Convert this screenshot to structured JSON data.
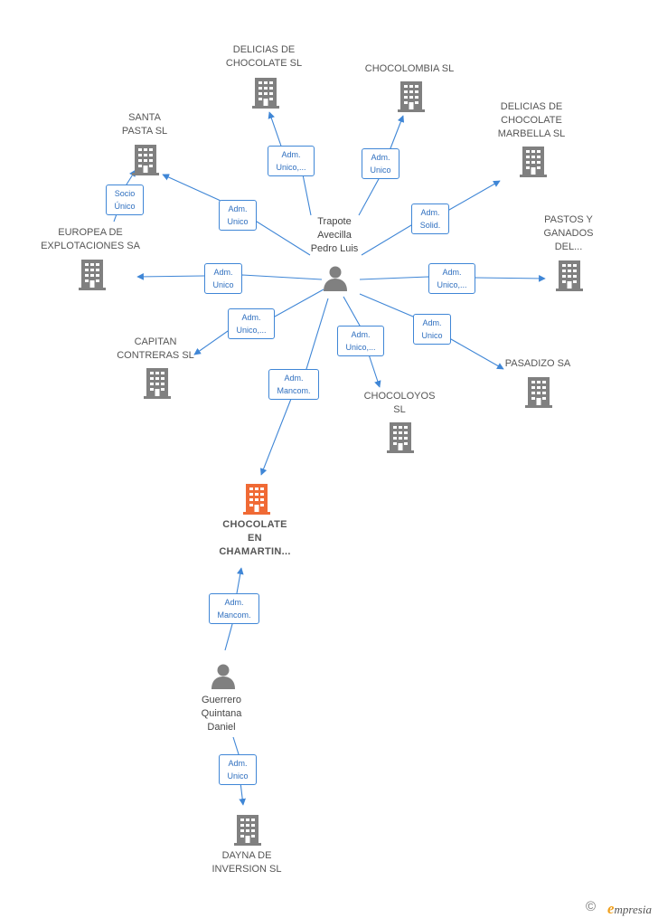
{
  "colors": {
    "edge": "#3f86d6",
    "building": "#808080",
    "building_focus": "#f06a35",
    "person": "#808080",
    "label": "#555555"
  },
  "persons": {
    "trapote": [
      "Trapote",
      "Avecilla",
      "Pedro Luis"
    ],
    "guerrero": [
      "Guerrero",
      "Quintana",
      "Daniel"
    ]
  },
  "companies": {
    "delicias_chocolate": [
      "DELICIAS DE",
      "CHOCOLATE  SL"
    ],
    "chocolombia": [
      "CHOCOLOMBIA SL"
    ],
    "delicias_marbella": [
      "DELICIAS DE",
      "CHOCOLATE",
      "MARBELLA  SL"
    ],
    "santa_pasta": [
      "SANTA",
      "PASTA SL"
    ],
    "europea": [
      "EUROPEA DE",
      "EXPLOTACIONES SA"
    ],
    "pastos": [
      "PASTOS Y",
      "GANADOS",
      "DEL..."
    ],
    "capitan": [
      "CAPITAN",
      "CONTRERAS  SL"
    ],
    "pasadizo": [
      "PASADIZO SA"
    ],
    "chocoloyos": [
      "CHOCOLOYOS",
      "SL"
    ],
    "chocolate_chamartin": [
      "CHOCOLATE",
      "EN",
      "CHAMARTIN..."
    ],
    "dayna": [
      "DAYNA DE",
      "INVERSION  SL"
    ]
  },
  "relations": {
    "to_delicias_chocolate": [
      "Adm.",
      "Unico,..."
    ],
    "to_chocolombia": [
      "Adm.",
      "Unico"
    ],
    "to_delicias_marbella": [
      "Adm.",
      "Solid."
    ],
    "to_santa_pasta": [
      "Adm.",
      "Unico"
    ],
    "europea_to_santa_pasta": [
      "Socio",
      "Único"
    ],
    "to_europea": [
      "Adm.",
      "Unico"
    ],
    "to_pastos": [
      "Adm.",
      "Unico,..."
    ],
    "to_capitan": [
      "Adm.",
      "Unico,..."
    ],
    "to_chocoloyos": [
      "Adm.",
      "Unico,..."
    ],
    "to_pasadizo": [
      "Adm.",
      "Unico"
    ],
    "trapote_to_chamartin": [
      "Adm.",
      "Mancom."
    ],
    "guerrero_to_chamartin": [
      "Adm.",
      "Mancom."
    ],
    "guerrero_to_dayna": [
      "Adm.",
      "Unico"
    ]
  },
  "footer": {
    "copyright": "©",
    "brand_initial": "e",
    "brand_rest": "mpresia"
  }
}
